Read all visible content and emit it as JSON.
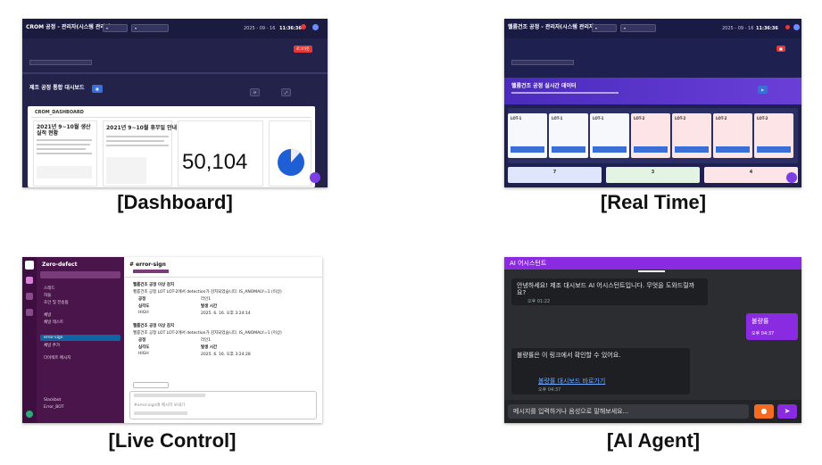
{
  "captions": {
    "dashboard": "[Dashboard]",
    "realtime": "[Real Time]",
    "live_control": "[Live Control]",
    "ai_agent": "[AI Agent]"
  },
  "dashboard": {
    "title": "CROM 공정 - 관리자(시스템 관리자)",
    "date": "2025 - 09 - 16",
    "time": "11:36:36",
    "section_title": "제조 공정 통합 대시보드",
    "board_label": "CROM_DASHBOARD",
    "notice_title": "2021년 9~10월 생산 실적 현황",
    "notice2_title": "2021년 9~10월 휴무일 안내",
    "big_number": "50,104",
    "logout_label": "로그아웃"
  },
  "realtime": {
    "title": "헬륨건조 공정 - 관리자(시스템 관리자)",
    "date": "2025 - 09 - 16",
    "time": "11:36:36",
    "banner_title": "헬륨건조 공정 실시간 데이터",
    "lots": [
      {
        "name": "LOT-1",
        "alert": false
      },
      {
        "name": "LOT-1",
        "alert": false
      },
      {
        "name": "LOT-1",
        "alert": false
      },
      {
        "name": "LOT-2",
        "alert": true
      },
      {
        "name": "LOT-2",
        "alert": true
      },
      {
        "name": "LOT-2",
        "alert": true
      },
      {
        "name": "LOT-2",
        "alert": true
      }
    ],
    "stats": [
      {
        "value": "7",
        "color": "#dfe6fb"
      },
      {
        "value": "3",
        "color": "#e3f4e3"
      },
      {
        "value": "4",
        "color": "#fde4e6"
      }
    ]
  },
  "live_control": {
    "workspace": "Zero-defect",
    "channel": "# error-sign",
    "sidebar_items": [
      "스레드",
      "허들",
      "초안 및 전송됨",
      "채널",
      "채널 테스트",
      "error-sign",
      "채널 추가",
      "다이렉트 메시지",
      "Slackbot",
      "Error_BOT"
    ],
    "message_title": "헬륨건조 공정 이상 감지",
    "message_body": "헬륨건조 공정 LOT LOT-2에서 detection가 감지되었습니다. IS_ANOMALY=1 (이상)",
    "message_fields": [
      "공정",
      "라인1",
      "심각도",
      "HIGH",
      "발생 시간",
      "2025. 6. 16. 오후 3:24:14"
    ],
    "message_time2": "2025. 6. 16. 오후 3:24:28",
    "composer_placeholder": "#error-sign에 메시지 보내기"
  },
  "ai_agent": {
    "header": "AI 어시스턴트",
    "bot_greeting": "안녕하세요! 제조 대시보드 AI 어시스턴트입니다. 무엇을 도와드릴까요?",
    "bot_greeting_time": "오후 01:22",
    "user_msg": "불량률",
    "user_msg_time": "오후 04:37",
    "bot_reply": "불량률은 이 링크에서 확인할 수 있어요.",
    "bot_link": "불량률 대시보드 바로가기",
    "bot_reply_time": "오후 04:37",
    "input_placeholder": "메시지를 입력하거나 음성으로 말해보세요...",
    "colors": {
      "header": "#8a2be2",
      "user_bubble": "#8a2be2",
      "mic": "#f36b21",
      "send": "#8a2be2"
    }
  }
}
